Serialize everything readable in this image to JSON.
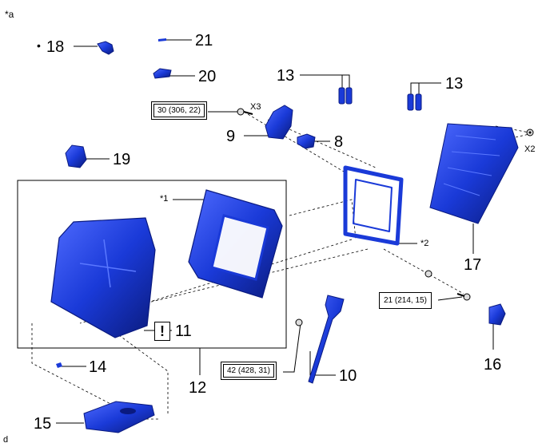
{
  "corner_top": "*a",
  "corner_bottom": "d",
  "bullet": "•",
  "callouts": {
    "c8": "8",
    "c9": "9",
    "c10": "10",
    "c11": "11",
    "c12": "12",
    "c13a": "13",
    "c13b": "13",
    "c14": "14",
    "c15": "15",
    "c16": "16",
    "c17": "17",
    "c18": "18",
    "c19": "19",
    "c20": "20",
    "c21": "21"
  },
  "notes": {
    "star1": "*1",
    "star2": "*2"
  },
  "multipliers": {
    "x3": "X3",
    "x2": "X2"
  },
  "warning_symbol": "!",
  "torque": {
    "t1": "30 (306, 22)",
    "t2": "21 (214, 15)",
    "t3": "42 (428, 31)"
  },
  "colors": {
    "part_blue": "#1230c8",
    "part_dark": "#0a1a80",
    "part_light": "#5a78ff"
  }
}
